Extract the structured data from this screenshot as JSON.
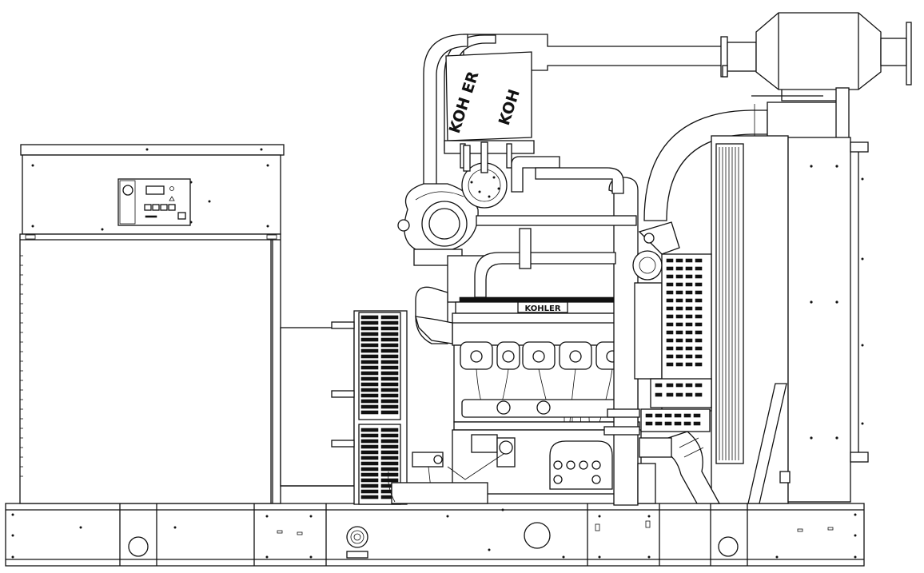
{
  "brand": {
    "intake_cover_text_left": "KOH ER",
    "intake_cover_text_right": "KOH",
    "valve_cover_badge": "KOHLER"
  },
  "colors": {
    "line": "#111111",
    "background": "#ffffff"
  }
}
